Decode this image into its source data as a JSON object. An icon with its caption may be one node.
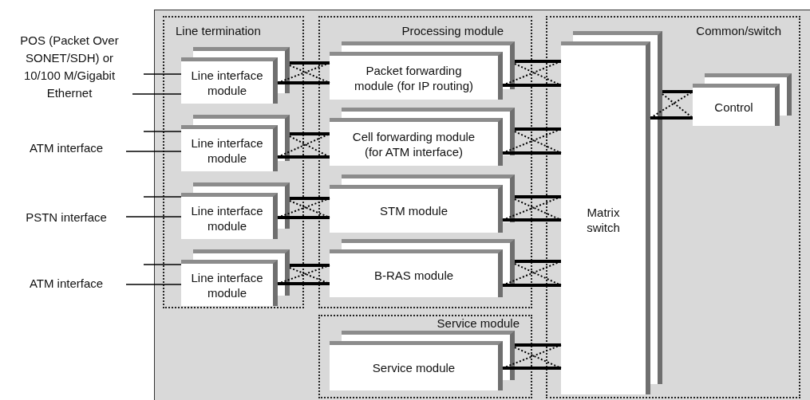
{
  "diagram": {
    "nodes": [
      {
        "text": [
          "POS (Packet Over SONET/SDH) or 10/100 M/Gigabit Ethernet"
        ]
      },
      {
        "text": [
          "ATM interface"
        ]
      },
      {
        "text": [
          "PSTN interface"
        ]
      },
      {
        "text": [
          "ATM interface"
        ]
      },
      {
        "text": [
          "Line termination"
        ]
      },
      {
        "text": [
          "Line interface module"
        ],
        "in": 4
      },
      {
        "text": [
          "Line interface module"
        ],
        "in": 4
      },
      {
        "text": [
          "Line interface module"
        ],
        "in": 4
      },
      {
        "text": [
          "Line interface module"
        ],
        "in": 4
      },
      {
        "text": [
          "Processing module"
        ]
      },
      {
        "text": [
          "Packet forwarding module (for IP routing)"
        ],
        "in": 9
      },
      {
        "text": [
          "Cell forwarding module (for ATM interface)"
        ],
        "in": 9
      },
      {
        "text": [
          "STM module"
        ],
        "in": 9
      },
      {
        "text": [
          "B-RAS module"
        ],
        "in": 9
      },
      {
        "text": [
          "Common/switch"
        ]
      },
      {
        "text": [
          "Matrix switch"
        ],
        "in": 14
      },
      {
        "text": [
          "Control"
        ],
        "in": 14
      },
      {
        "text": [
          "Service module"
        ]
      },
      {
        "text": [
          "Service module"
        ],
        "in": 17
      }
    ],
    "edges": [
      {
        "from": null,
        "to": 5,
        "arrow": "none"
      },
      {
        "from": 0,
        "to": 5,
        "arrow": "none"
      },
      {
        "from": null,
        "to": 6,
        "arrow": "none"
      },
      {
        "from": 1,
        "to": 6,
        "arrow": "none"
      },
      {
        "from": null,
        "to": 7,
        "arrow": "none"
      },
      {
        "from": 2,
        "to": 7,
        "arrow": "none"
      },
      {
        "from": null,
        "to": 8,
        "arrow": "none"
      },
      {
        "from": 3,
        "to": 8,
        "arrow": "none"
      },
      {
        "from": 5,
        "to": 10,
        "arrow": "none",
        "style": "thick"
      },
      {
        "from": 5,
        "to": 10,
        "arrow": "none",
        "style": "thick"
      },
      {
        "from": 5,
        "to": 10,
        "arrow": "none",
        "style": "dashed"
      },
      {
        "from": 5,
        "to": 10,
        "arrow": "none",
        "style": "dashed"
      },
      {
        "from": 6,
        "to": 11,
        "arrow": "none",
        "style": "thick"
      },
      {
        "from": 6,
        "to": 11,
        "arrow": "none",
        "style": "thick"
      },
      {
        "from": 6,
        "to": 11,
        "arrow": "none",
        "style": "dashed"
      },
      {
        "from": 6,
        "to": 11,
        "arrow": "none",
        "style": "dashed"
      },
      {
        "from": 7,
        "to": 12,
        "arrow": "none",
        "style": "thick"
      },
      {
        "from": 7,
        "to": 12,
        "arrow": "none",
        "style": "thick"
      },
      {
        "from": 7,
        "to": 12,
        "arrow": "none",
        "style": "dashed"
      },
      {
        "from": 7,
        "to": 12,
        "arrow": "none",
        "style": "dashed"
      },
      {
        "from": 8,
        "to": 13,
        "arrow": "none",
        "style": "thick"
      },
      {
        "from": 8,
        "to": 13,
        "arrow": "none",
        "style": "thick"
      },
      {
        "from": 8,
        "to": 13,
        "arrow": "none",
        "style": "dashed"
      },
      {
        "from": 8,
        "to": 13,
        "arrow": "none",
        "style": "dashed"
      },
      {
        "from": 10,
        "to": 15,
        "arrow": "none",
        "style": "thick"
      },
      {
        "from": 10,
        "to": 15,
        "arrow": "none",
        "style": "thick"
      },
      {
        "from": 10,
        "to": 15,
        "arrow": "none",
        "style": "dashed"
      },
      {
        "from": 10,
        "to": 15,
        "arrow": "none",
        "style": "dashed"
      },
      {
        "from": 11,
        "to": 15,
        "arrow": "none",
        "style": "thick"
      },
      {
        "from": 11,
        "to": 15,
        "arrow": "none",
        "style": "thick"
      },
      {
        "from": 11,
        "to": 15,
        "arrow": "none",
        "style": "dashed"
      },
      {
        "from": 11,
        "to": 15,
        "arrow": "none",
        "style": "dashed"
      },
      {
        "from": 12,
        "to": 15,
        "arrow": "none",
        "style": "thick"
      },
      {
        "from": 12,
        "to": 15,
        "arrow": "none",
        "style": "thick"
      },
      {
        "from": 12,
        "to": 15,
        "arrow": "none",
        "style": "dashed"
      },
      {
        "from": 12,
        "to": 15,
        "arrow": "none",
        "style": "dashed"
      },
      {
        "from": 13,
        "to": 15,
        "arrow": "none",
        "style": "thick"
      },
      {
        "from": 13,
        "to": 15,
        "arrow": "none",
        "style": "thick"
      },
      {
        "from": 13,
        "to": 15,
        "arrow": "none",
        "style": "dashed"
      },
      {
        "from": 13,
        "to": 15,
        "arrow": "none",
        "style": "dashed"
      },
      {
        "from": 18,
        "to": 15,
        "arrow": "none",
        "style": "thick"
      },
      {
        "from": 18,
        "to": 15,
        "arrow": "none",
        "style": "thick"
      },
      {
        "from": 18,
        "to": 15,
        "arrow": "none",
        "style": "dashed"
      },
      {
        "from": 18,
        "to": 15,
        "arrow": "none",
        "style": "dashed"
      },
      {
        "from": 15,
        "to": 16,
        "arrow": "none",
        "style": "thick"
      },
      {
        "from": 15,
        "to": 16,
        "arrow": "none",
        "style": "thick"
      },
      {
        "from": 15,
        "to": 16,
        "arrow": "none",
        "style": "dashed"
      },
      {
        "from": 15,
        "to": 16,
        "arrow": "none",
        "style": "dashed"
      }
    ]
  }
}
